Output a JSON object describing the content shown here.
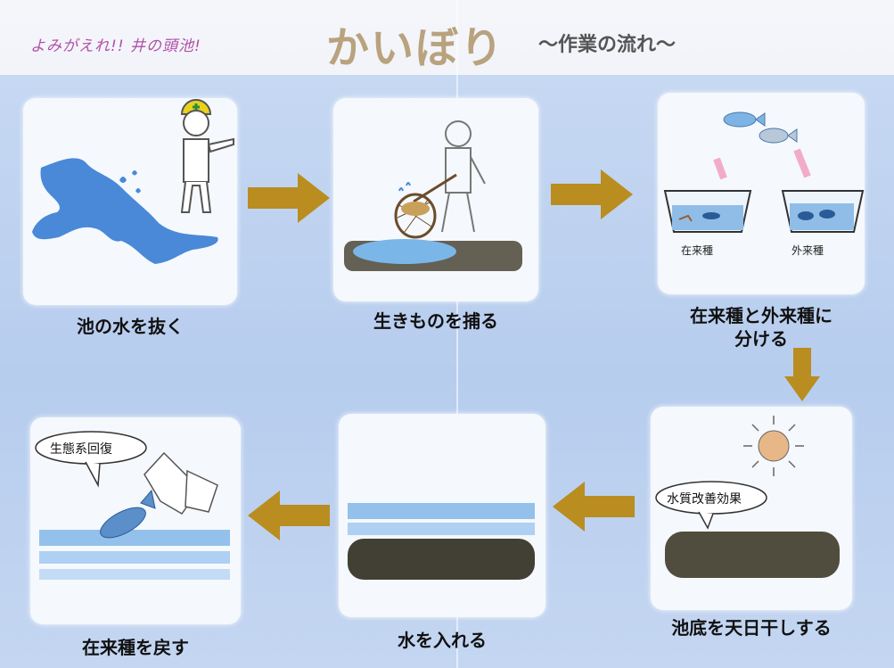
{
  "header": {
    "hand_subtitle": "よみがえれ!! 井の頭池!",
    "title": "かいぼり",
    "title_sub": "〜作業の流れ〜"
  },
  "steps": [
    {
      "label": "池の水を抜く"
    },
    {
      "label": "生きものを捕る"
    },
    {
      "label_line1": "在来種と外来種に",
      "label_line2": "分ける",
      "bucket_native": "在来種",
      "bucket_foreign": "外来種"
    },
    {
      "label": "池底を天日干しする",
      "bubble": "水質改善効果"
    },
    {
      "label": "水を入れる"
    },
    {
      "label": "在来種を戻す",
      "bubble": "生態系回復"
    }
  ],
  "colors": {
    "arrow": "#b98d1f",
    "water": "#4a88d8",
    "mud": "#3e3a2a",
    "helmet": "#e8d21c",
    "fish": "#5b8fc9"
  }
}
